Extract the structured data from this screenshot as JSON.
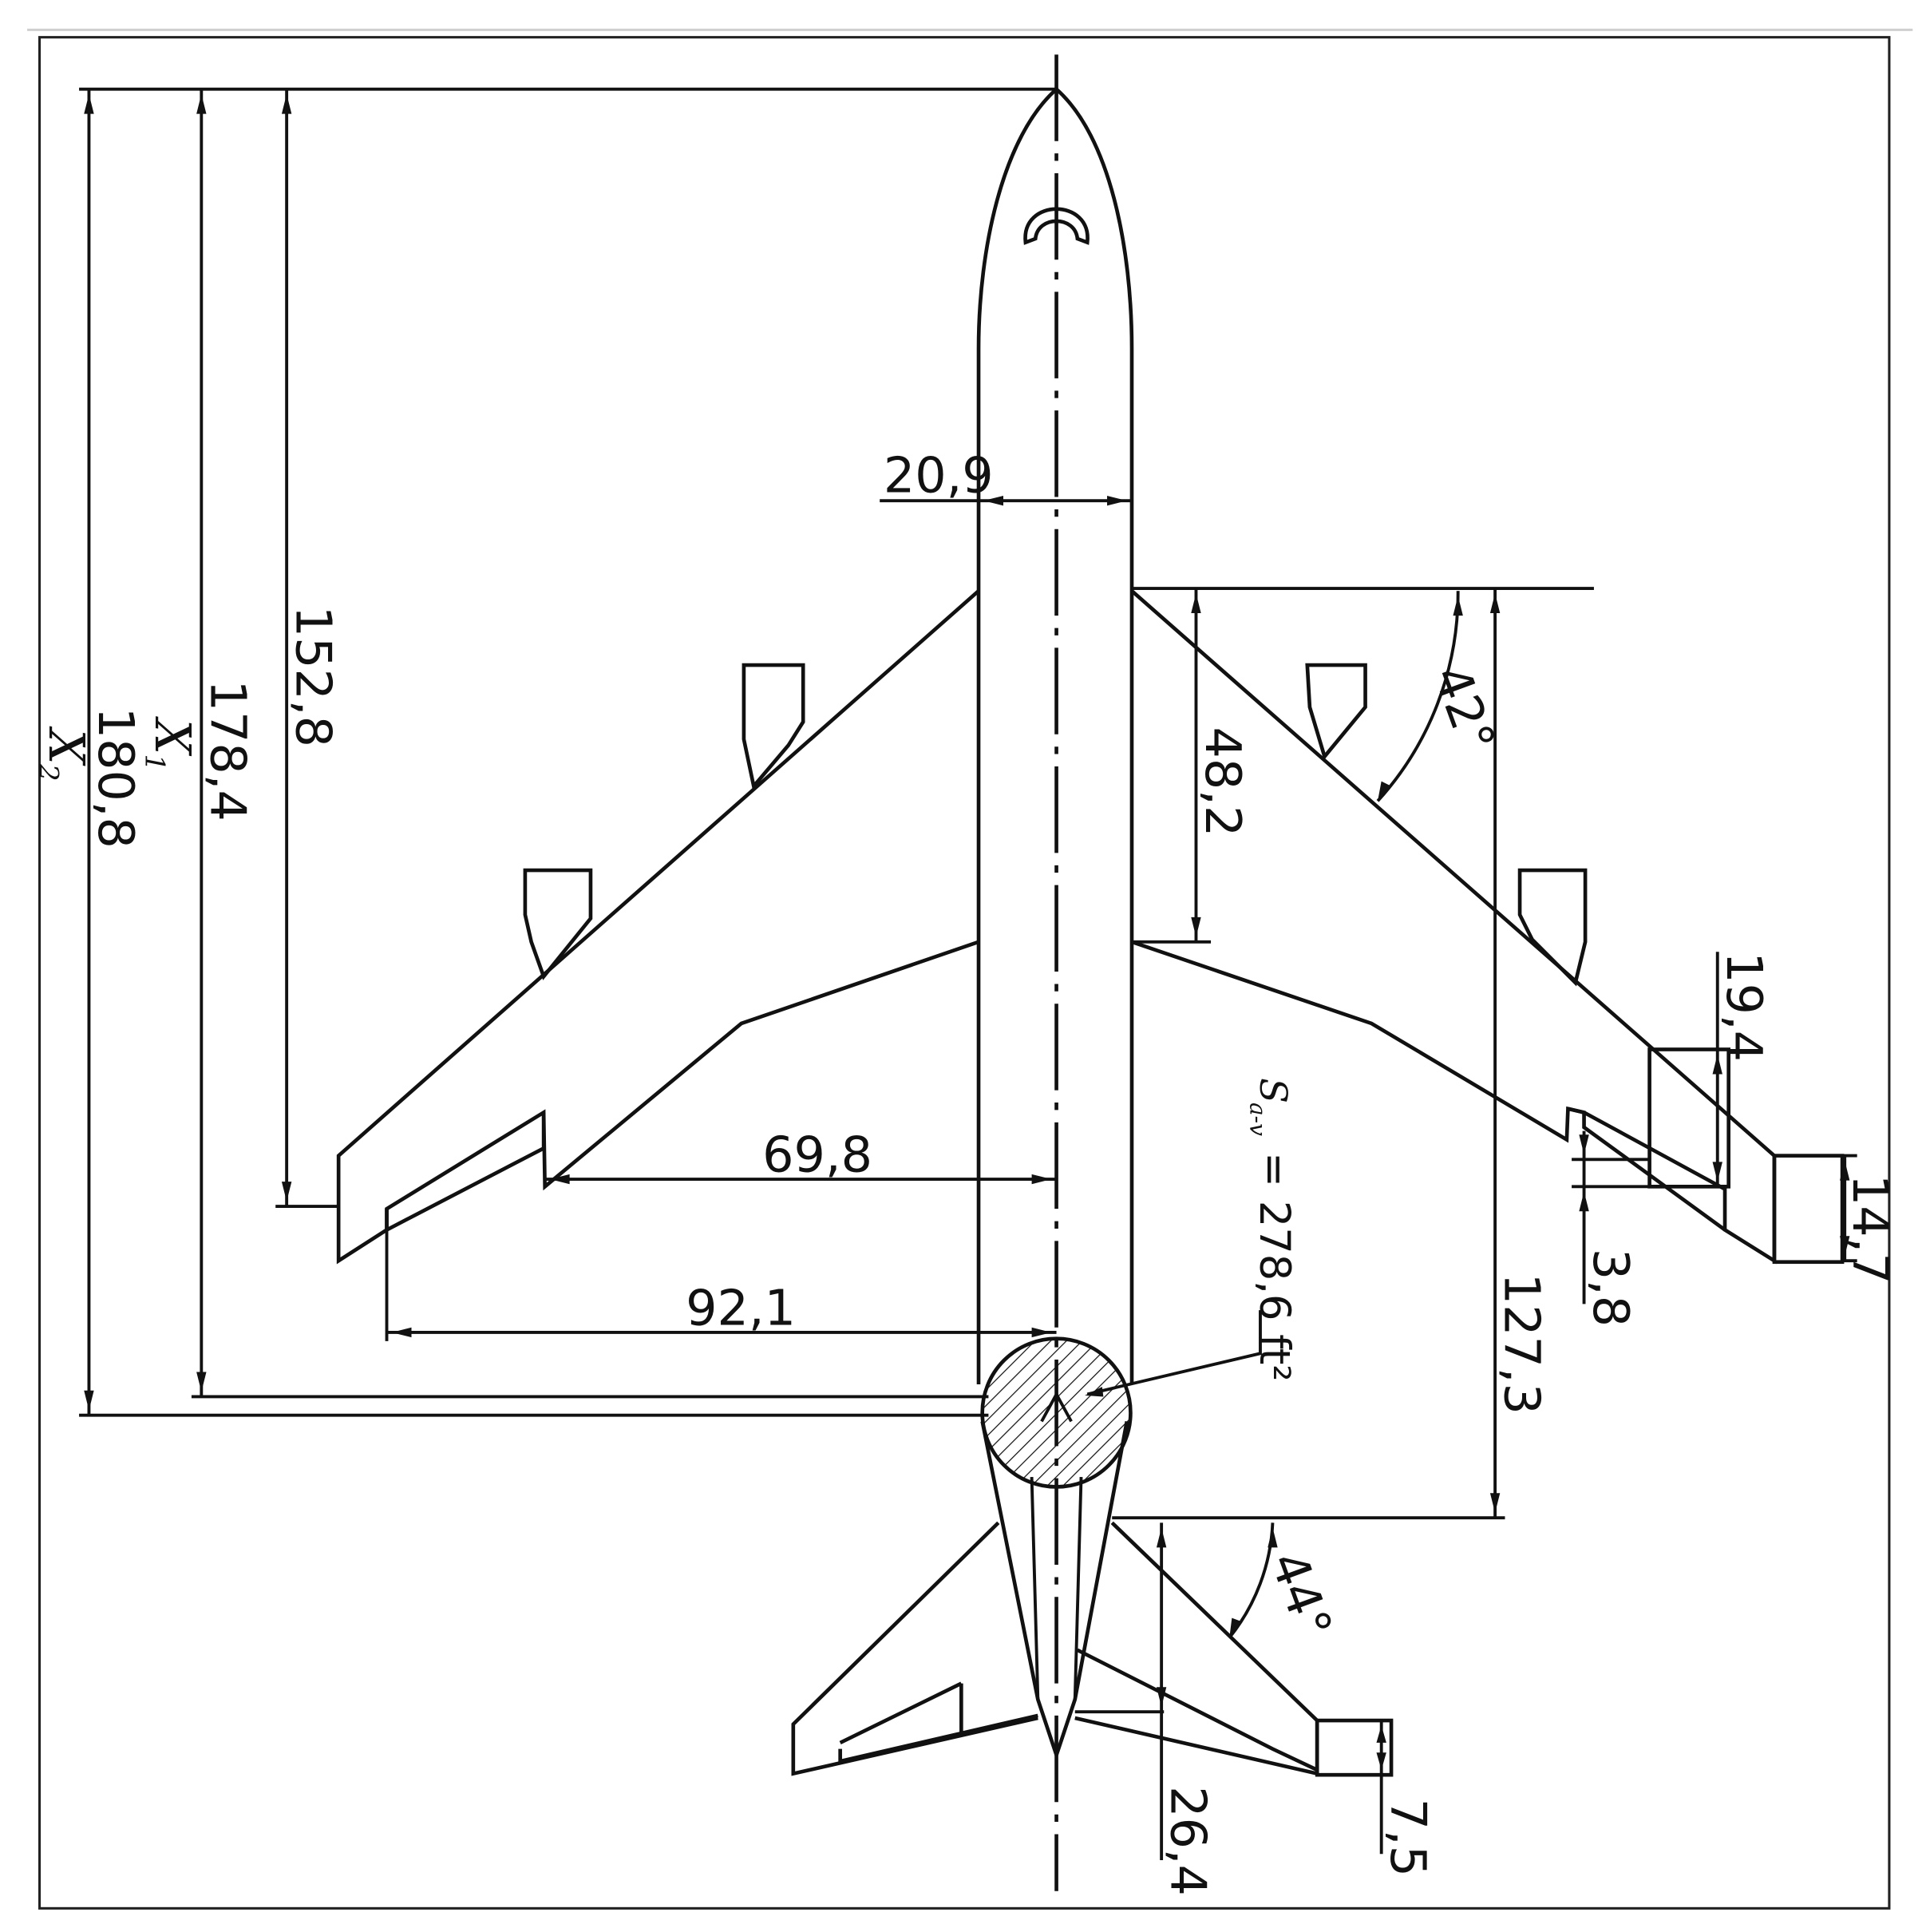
{
  "dimensions": {
    "fuselage_width": "20,9",
    "wing_root_chord": "48,2",
    "wing_sweep": "42°",
    "wing_root_to_tip_le": "152,8",
    "x1_value": "178,4",
    "x2_value": "180,8",
    "x1_symbol": "X",
    "x1_sub": "1",
    "x2_symbol": "X",
    "x2_sub": "2",
    "flap_span_inner": "69,8",
    "flap_span_outer": "92,1",
    "aileron_chord": "19,4",
    "flap_chord": "3,8",
    "wing_tip_chord": "14,7",
    "wing_to_tail": "127,3",
    "tail_sweep": "44°",
    "tail_root_chord": "26,4",
    "tail_tip_chord": "7,5"
  },
  "area_label": {
    "symbol": "S",
    "sub": "a-v",
    "value": "= 278,6 ft²"
  }
}
